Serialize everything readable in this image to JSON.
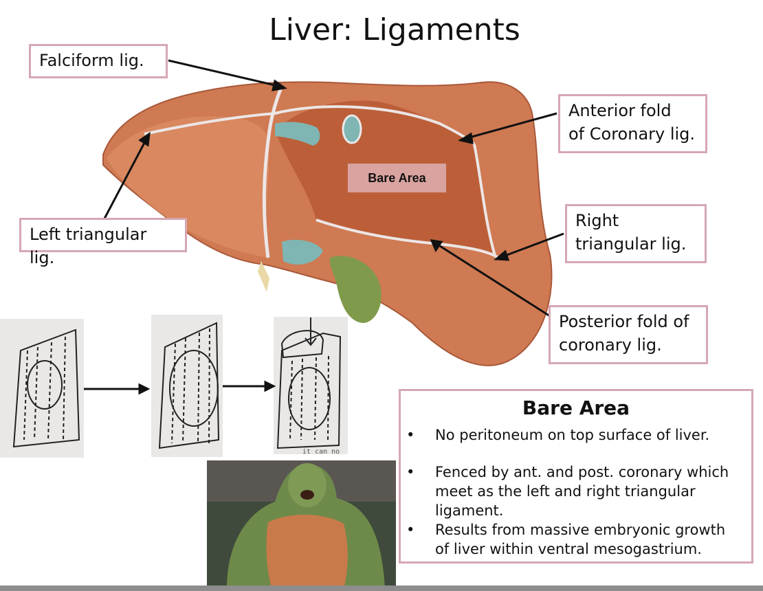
{
  "slide": {
    "title": "Liver: Ligaments",
    "labels": {
      "falciform": "Falciform lig.",
      "left_triangular": "Left triangular lig.",
      "anterior_fold_l1": "Anterior fold",
      "anterior_fold_l2": "of Coronary lig.",
      "right_triangular_l1": "Right",
      "right_triangular_l2": "triangular lig.",
      "posterior_fold_l1": "Posterior fold of",
      "posterior_fold_l2": "coronary lig.",
      "bare_area_tag": "Bare Area"
    },
    "info": {
      "title": "Bare Area",
      "bullet_char": "•",
      "bullets": [
        "No peritoneum on top surface of liver.",
        "Fenced by ant. and post. coronary which meet as the left and right triangular ligament.",
        "Results from massive embryonic growth of liver within ventral mesogastrium."
      ]
    },
    "sketch_caption": "it can no",
    "colors": {
      "liver": "#c9704a",
      "liver_light": "#d98a62",
      "bare_area": "#b95a35",
      "gallbladder": "#7f9a4a",
      "box_border": "#d6a7b3"
    }
  }
}
